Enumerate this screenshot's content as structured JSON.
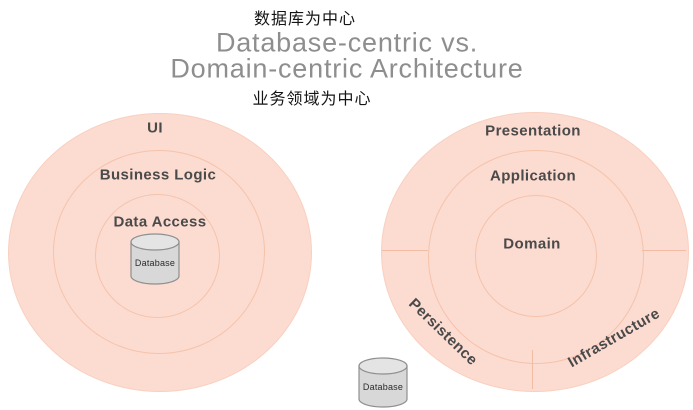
{
  "header": {
    "zh_caption_top": "数据库为中心",
    "title_line1": "Database-centric vs.",
    "title_line2": "Domain-centric Architecture",
    "zh_caption_bottom": "业务领域为中心"
  },
  "left_diagram": {
    "style": "database-centric",
    "layers": [
      "UI",
      "Business Logic",
      "Data Access"
    ],
    "database_label": "Database",
    "database_position": "center of rings"
  },
  "right_diagram": {
    "style": "domain-centric",
    "layers": [
      "Presentation",
      "Application",
      "Domain"
    ],
    "outer_sectors": [
      "Persistence",
      "Infrastructure"
    ],
    "database_label": "Database",
    "database_position": "outside bottom-left of rings"
  },
  "icons": {
    "left_database": "database-cylinder-icon",
    "right_database": "database-cylinder-icon"
  },
  "colors": {
    "ring_fill": "#fcdbd0",
    "ring_stroke": "#f5c3ab",
    "title_text": "#8e8e8e",
    "caption_text": "#141414",
    "layer_label_text": "#4a4a4a",
    "cylinder_fill": "#d8d8d8",
    "cylinder_top_fill": "#e4e4e4",
    "cylinder_stroke": "#8f8f8f",
    "background": "#ffffff"
  }
}
